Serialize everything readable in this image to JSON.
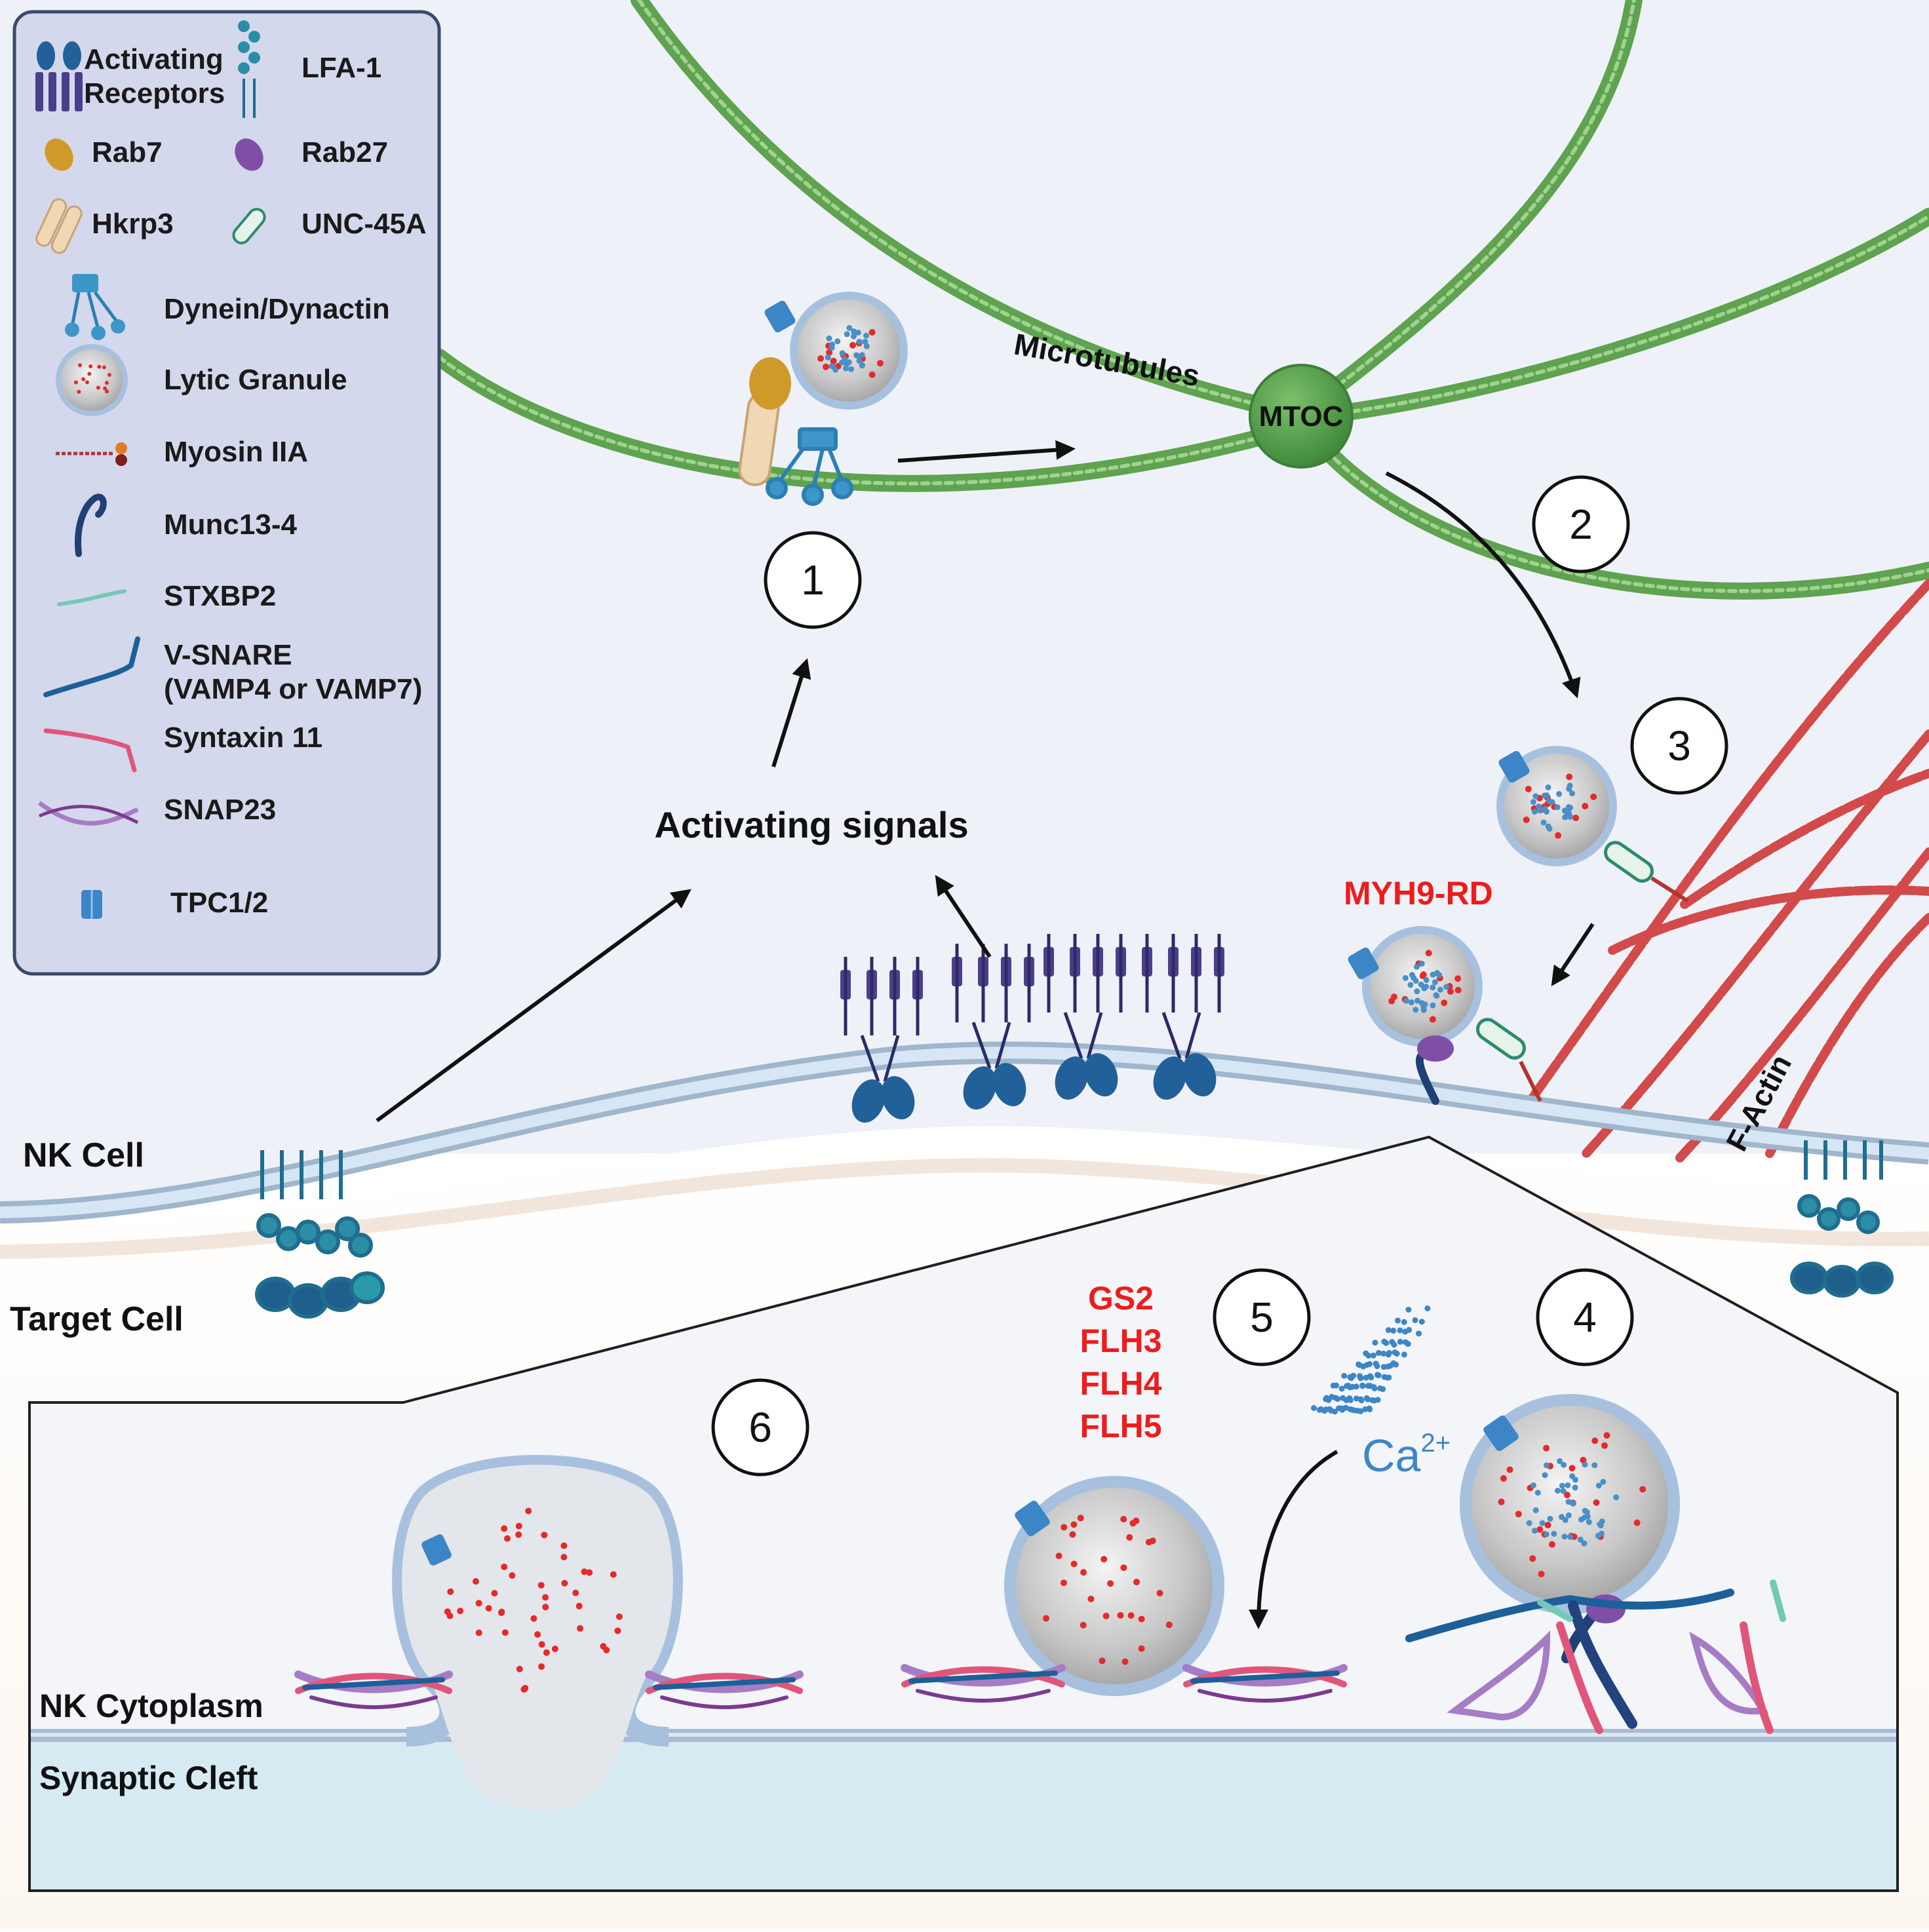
{
  "legend": {
    "items": [
      {
        "icon": "activating-receptor-icon",
        "label_lines": [
          "Activating",
          "Receptors"
        ]
      },
      {
        "icon": "lfa1-icon",
        "label": "LFA-1"
      },
      {
        "icon": "rab7-icon",
        "label": "Rab7"
      },
      {
        "icon": "rab27-icon",
        "label": "Rab27"
      },
      {
        "icon": "hkrp3-icon",
        "label": "Hkrp3"
      },
      {
        "icon": "unc45a-icon",
        "label": "UNC-45A"
      },
      {
        "icon": "dynein-dynactin-icon",
        "label": "Dynein/Dynactin"
      },
      {
        "icon": "lytic-granule-icon",
        "label": "Lytic Granule"
      },
      {
        "icon": "myosin-iia-icon",
        "label": "Myosin IIA"
      },
      {
        "icon": "munc13-4-icon",
        "label": "Munc13-4"
      },
      {
        "icon": "stxbp2-icon",
        "label": "STXBP2"
      },
      {
        "icon": "v-snare-icon",
        "label_lines": [
          "V-SNARE",
          "(VAMP4 or VAMP7)"
        ]
      },
      {
        "icon": "syntaxin-11-icon",
        "label": "Syntaxin 11"
      },
      {
        "icon": "snap23-icon",
        "label": "SNAP23"
      },
      {
        "icon": "tpc12-icon",
        "label": "TPC1/2"
      }
    ]
  },
  "labels": {
    "microtubules": "Microtubules",
    "mtoc": "MTOC",
    "activating_signals": "Activating signals",
    "f_actin": "F-Actin",
    "nk_cell": "NK Cell",
    "target_cell": "Target Cell",
    "nk_cytoplasm": "NK Cytoplasm",
    "synaptic_cleft": "Synaptic Cleft",
    "calcium_base": "Ca",
    "calcium_sup": "2+"
  },
  "disorders": {
    "myh9": "MYH9-RD",
    "step5_list": [
      "GS2",
      "FLH3",
      "FLH4",
      "FLH5"
    ]
  },
  "steps": [
    "1",
    "2",
    "3",
    "4",
    "5",
    "6"
  ],
  "colors": {
    "background": "#eef2f8",
    "legend_bg": "#d4d8ec",
    "legend_border": "#3b4a6b",
    "microtubule": "#6aae59",
    "mtoc": "#5a9a4f",
    "f_actin": "#d24a4a",
    "membrane": "#c9dcef",
    "cleft": "#d6eaf2",
    "disorder_red": "#ee1c1c",
    "calcium_blue": "#3d86c6",
    "receptor_dark": "#2c5d8c",
    "receptor_purple": "#4b3f8c"
  }
}
